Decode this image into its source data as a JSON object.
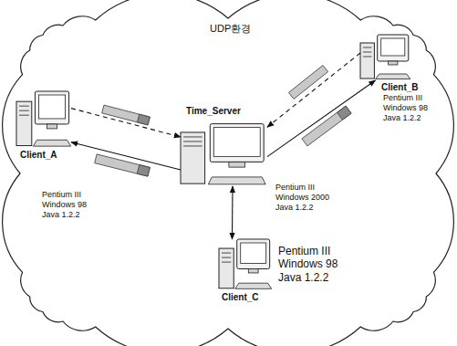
{
  "diagram": {
    "title": "UDP환경",
    "nodes": [
      {
        "text": [
          "Client_A",
          "Pentium III Windows 98 Java 1.2.2"
        ]
      },
      {
        "text": [
          "Time_Server",
          "Pentium III Windows 2000 Java 1.2.2"
        ]
      },
      {
        "text": [
          "Client_B",
          "Pentium III Windows 98 Java 1.2.2"
        ]
      },
      {
        "text": [
          "Client_C",
          "Pentium III Windows 98 Java 1.2.2"
        ]
      }
    ],
    "edges": [
      {
        "from": 0,
        "to": 1,
        "arrow": "to"
      },
      {
        "from": 1,
        "to": 0,
        "arrow": "to"
      },
      {
        "from": 2,
        "to": 1,
        "arrow": "to"
      },
      {
        "from": 1,
        "to": 2,
        "arrow": "to"
      },
      {
        "from": 1,
        "to": 3,
        "arrow": "both"
      }
    ]
  }
}
